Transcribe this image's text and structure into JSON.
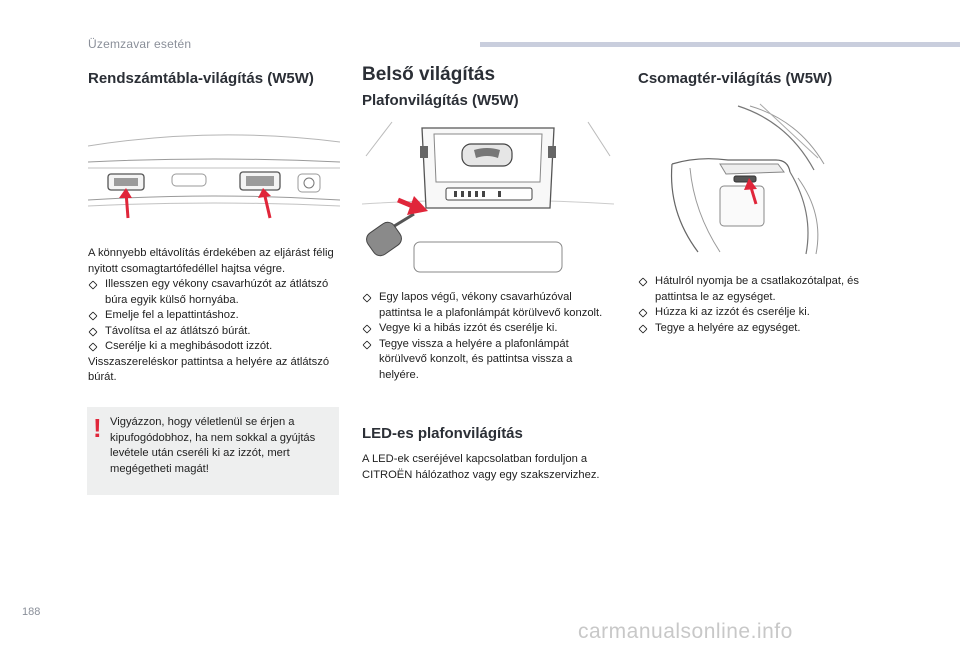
{
  "header": {
    "section_title": "Üzemzavar esetén"
  },
  "page_number": "188",
  "watermark": "carmanualsonline.info",
  "colors": {
    "accent_red": "#e0263a",
    "header_bar": "#c9cedd",
    "note_bg": "#eeefef"
  },
  "left": {
    "title": "Rendszámtábla-világítás (W5W)",
    "intro": "A könnyebb eltávolítás érdekében az eljárást félig nyitott csomagtartófedéllel hajtsa végre.",
    "steps": [
      "Illesszen egy vékony csavarhúzót az átlátszó búra egyik külső hornyába.",
      "Emelje fel a lepattintáshoz.",
      "Távolítsa el az átlátszó búrát.",
      "Cserélje ki a meghibásodott izzót."
    ],
    "outro": "Visszaszereléskor pattintsa a helyére az átlátszó búrát.",
    "warning_icon": "!",
    "warning": "Vigyázzon, hogy véletlenül se érjen a kipufogódobhoz, ha nem sokkal a gyújtás levétele után cseréli ki az izzót, mert megégetheti magát!"
  },
  "middle": {
    "title": "Belső világítás",
    "subtitle": "Plafonvilágítás (W5W)",
    "steps": [
      "Egy lapos végű, vékony csavarhúzóval pattintsa le a plafonlámpát körülvevő konzolt.",
      "Vegye ki a hibás izzót és cserélje ki.",
      "Tegye vissza a helyére a plafonlámpát körülvevő konzolt, és pattintsa vissza a helyére."
    ],
    "led_title": "LED-es plafonvilágítás",
    "led_text": "A LED-ek cseréjével kapcsolatban forduljon a CITROËN hálózathoz vagy egy szakszervizhez."
  },
  "right": {
    "title": "Csomagtér-világítás (W5W)",
    "steps": [
      "Hátulról nyomja be a csatlakozótalpat, és pattintsa le az egységet.",
      "Húzza ki az izzót és cserélje ki.",
      "Tegye a helyére az egységet."
    ]
  }
}
